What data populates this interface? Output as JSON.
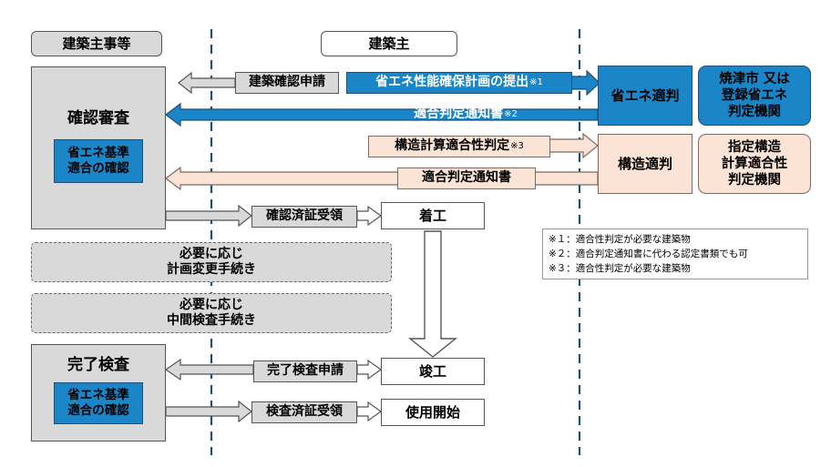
{
  "headers": {
    "authority": "建築主事等",
    "owner": "建築主"
  },
  "left": {
    "review_title": "確認審査",
    "review_sub_line1": "省エネ基準",
    "review_sub_line2": "適合の確認",
    "plan_change_line1": "必要に応じ",
    "plan_change_line2": "計画変更手続き",
    "interim_line1": "必要に応じ",
    "interim_line2": "中間検査手続き",
    "final_title": "完了検査",
    "final_sub_line1": "省エネ基準",
    "final_sub_line2": "適合の確認"
  },
  "arrows": {
    "confirm_apply": "建築確認申請",
    "energy_plan": "省エネ性能確保計画の提出",
    "energy_plan_note": "※1",
    "conformity_notice_1": "適合判定通知書",
    "conformity_notice_1_note": "※2",
    "struct_calc": "構造計算適合性判定",
    "struct_calc_note": "※3",
    "conformity_notice_2": "適合判定通知書",
    "confirm_cert": "確認済証受領",
    "final_apply": "完了検査申請",
    "inspect_cert": "検査済証受領"
  },
  "owner_steps": {
    "start": "着工",
    "complete": "竣工",
    "use": "使用開始"
  },
  "right": {
    "energy_judge": "省エネ適判",
    "energy_org_line1": "焼津市 又は",
    "energy_org_line2": "登録省エネ",
    "energy_org_line3": "判定機関",
    "struct_judge": "構造適判",
    "struct_org_line1": "指定構造",
    "struct_org_line2": "計算適合性",
    "struct_org_line3": "判定機関"
  },
  "notes": [
    "※１：適合性判定が必要な建築物",
    "※２：適合判定通知書に代わる認定書類でも可",
    "※３：適合性判定が必要な建築物"
  ]
}
